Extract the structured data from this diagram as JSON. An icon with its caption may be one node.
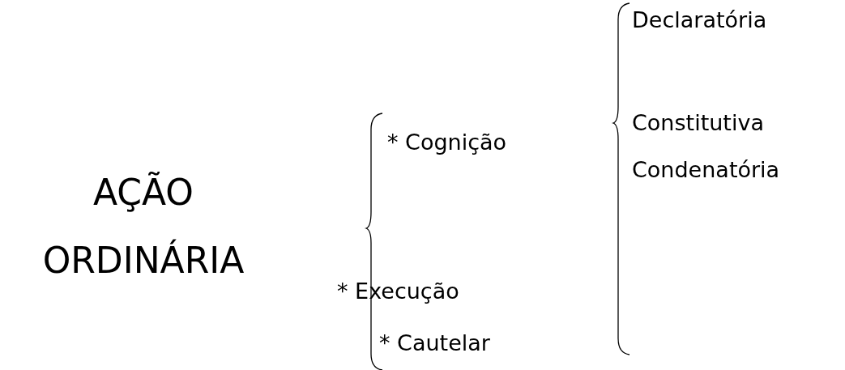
{
  "diagram": {
    "labels": [
      "AÇÃO ORDINÁRIA",
      "* Cognição",
      "* Execução",
      "* Cautelar",
      "Declaratória",
      "Constitutiva",
      "Condenatória"
    ]
  }
}
